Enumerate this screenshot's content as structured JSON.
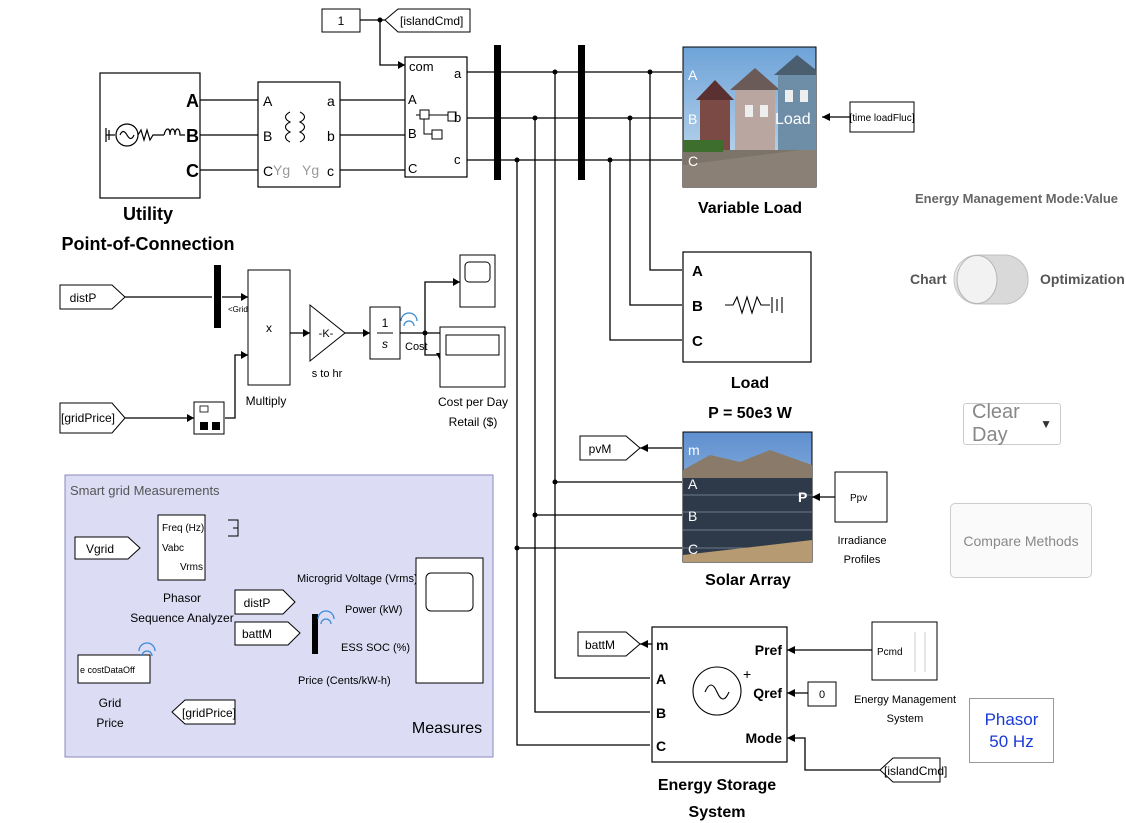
{
  "utility": {
    "label_line1": "Utility",
    "label_line2": "Point-of-Connection",
    "port_a": "A",
    "port_b": "B",
    "port_c": "C"
  },
  "transformer": {
    "in_a": "A",
    "in_b": "B",
    "in_c": "C",
    "out_a": "a",
    "out_b": "b",
    "out_c": "c",
    "yg1": "Yg",
    "yg2": "Yg"
  },
  "const_one": "1",
  "island_cmd_goto": "[islandCmd]",
  "breaker": {
    "com": "com",
    "in_a": "A",
    "in_b": "B",
    "in_c": "C",
    "out_a": "a",
    "out_b": "b",
    "out_c": "c"
  },
  "variable_load": {
    "label": "Variable Load",
    "port_a": "A",
    "port_b": "B",
    "port_c": "C",
    "load": "Load"
  },
  "time_load_fluc": "[time loadFluc]",
  "load": {
    "label": "Load",
    "power": "P = 50e3 W",
    "port_a": "A",
    "port_b": "B",
    "port_c": "C"
  },
  "solar": {
    "label": "Solar Array",
    "port_m": "m",
    "port_a": "A",
    "port_b": "B",
    "port_c": "C",
    "port_p": "P"
  },
  "pvM_goto": "pvM",
  "irradiance": {
    "block": "Ppv",
    "label_line1": "Irradiance",
    "label_line2": "Profiles"
  },
  "storage": {
    "label_line1": "Energy Storage",
    "label_line2": "System",
    "port_m": "m",
    "port_a": "A",
    "port_b": "B",
    "port_c": "C",
    "pref": "Pref",
    "qref": "Qref",
    "mode": "Mode",
    "plus": "+"
  },
  "battM_goto": "battM",
  "ems": {
    "block": "Pcmd",
    "label_line1": "Energy Management",
    "label_line2": "System"
  },
  "const_zero": "0",
  "island_cmd_from": "[islandCmd]",
  "cost_chain": {
    "distP": "distP",
    "gridPrice": "[gridPrice]",
    "mux_label": "<Grid>",
    "multiply_x": "x",
    "multiply_label": "Multiply",
    "gain": "-K-",
    "gain_label": "s to hr",
    "integ_num": "1",
    "integ_den": "s",
    "cost_signal": "Cost",
    "display_label_line1": "Cost per Day",
    "display_label_line2": "Retail ($)"
  },
  "measurements": {
    "title": "Smart grid Measurements",
    "vgrid": "Vgrid",
    "analyzer_freq": "Freq (Hz)",
    "analyzer_vabc": "Vabc",
    "analyzer_vrms": "Vrms",
    "analyzer_label_line1": "Phasor",
    "analyzer_label_line2": "Sequence Analyzer",
    "sig_voltage": "Microgrid Voltage (Vrms)",
    "sig_power": "Power  (kW)",
    "sig_soc": "ESS SOC (%)",
    "sig_price": "Price (Cents/kW-h)",
    "distP": "distP",
    "battM": "battM",
    "cost_data": "e costDataOff",
    "grid_price_line1": "Grid",
    "grid_price_line2": "Price",
    "grid_price_goto": "[gridPrice]",
    "measures_label": "Measures"
  },
  "panel": {
    "mode_title": "Energy Management Mode:Value",
    "toggle_left": "Chart",
    "toggle_right": "Optimization",
    "dropdown_value": "Clear Day",
    "compare_button": "Compare Methods",
    "phasor_line1": "Phasor",
    "phasor_line2": "50 Hz"
  },
  "colors": {
    "measure_panel_bg": "#dcdcf4",
    "measure_panel_border": "#8a8ac0",
    "phasor_text": "#1a3ad6",
    "wire": "#000000"
  }
}
